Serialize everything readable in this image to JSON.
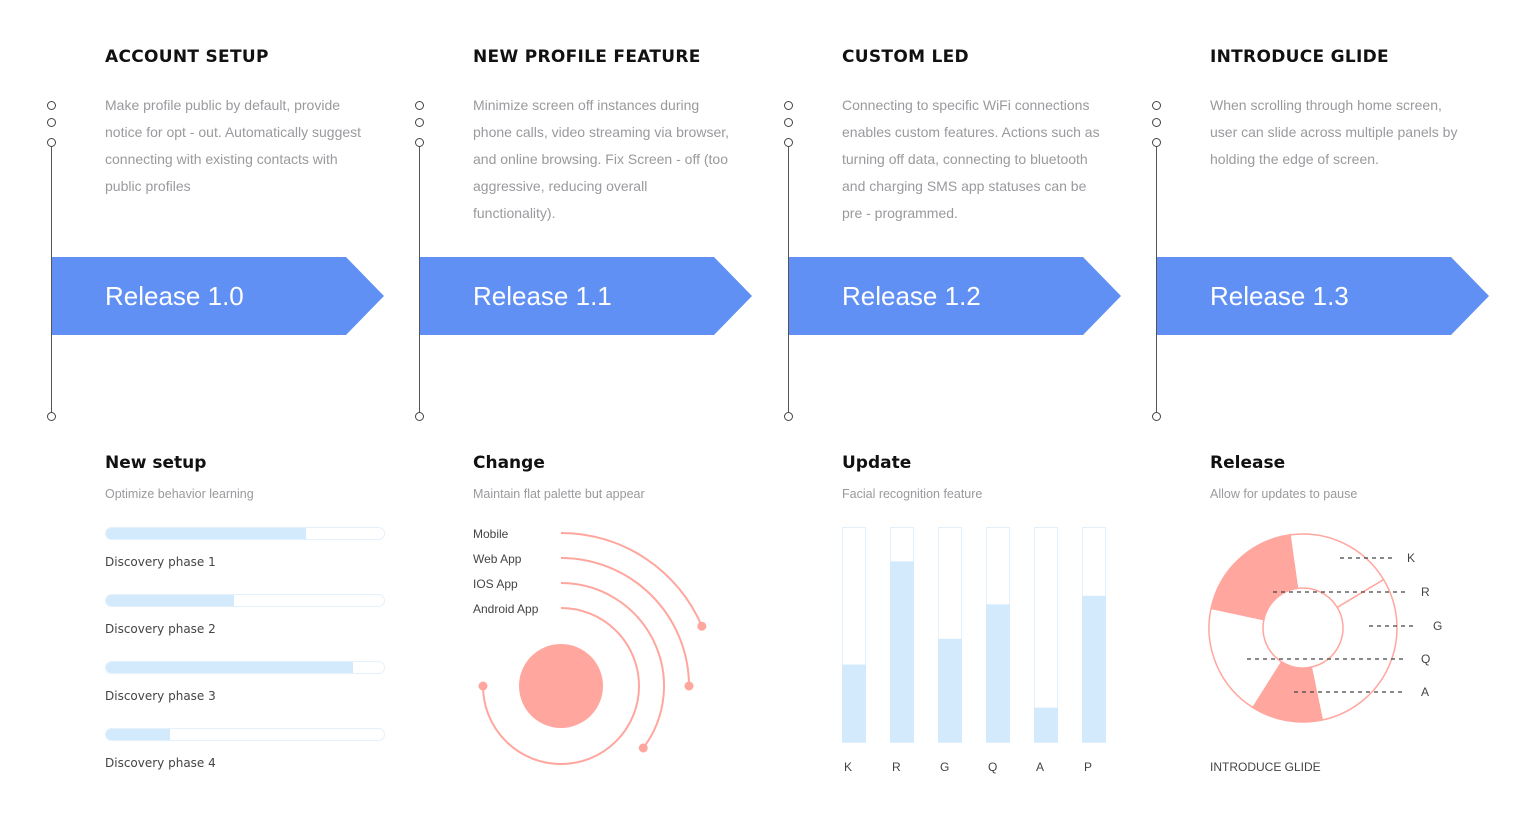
{
  "columns": [
    {
      "title": "ACCOUNT SETUP",
      "description": "Make profile public by default, provide notice for opt - out. Automatically suggest connecting with existing contacts with public profiles",
      "release": "Release 1.0"
    },
    {
      "title": "NEW PROFILE FEATURE",
      "description": "Minimize screen off instances during phone calls, video streaming via browser, and online browsing. Fix Screen - off (too aggressive, reducing overall functionality).",
      "release": "Release 1.1"
    },
    {
      "title": "CUSTOM LED",
      "description": "Connecting to specific WiFi connections enables custom features. Actions such as turning off data, connecting to bluetooth and charging SMS app statuses can be pre - programmed.",
      "release": "Release 1.2"
    },
    {
      "title": "INTRODUCE GLIDE",
      "description": "When scrolling through home screen, user can slide across multiple panels by holding the edge of screen.",
      "release": "Release 1.3"
    }
  ],
  "colors": {
    "arrow": "#6190f5",
    "light_blue": "#d2eafc",
    "salmon": "#ffa69e",
    "timeline": "#555555"
  },
  "new_setup": {
    "title": "New setup",
    "subtitle": "Optimize behavior learning",
    "phases": [
      {
        "label": "Discovery phase 1",
        "progress": 72
      },
      {
        "label": "Discovery phase 2",
        "progress": 46
      },
      {
        "label": "Discovery phase 3",
        "progress": 89
      },
      {
        "label": "Discovery phase 4",
        "progress": 23
      }
    ]
  },
  "change": {
    "title": "Change",
    "subtitle": "Maintain flat palette but appear",
    "items": [
      "Mobile",
      "Web App",
      "IOS App",
      "Android App"
    ]
  },
  "update": {
    "title": "Update",
    "subtitle": "Facial recognition feature"
  },
  "release": {
    "title": "Release",
    "subtitle": "Allow for updates to pause",
    "caption": "INTRODUCE GLIDE",
    "labels": [
      "K",
      "R",
      "G",
      "Q",
      "A"
    ]
  },
  "chart_data": [
    {
      "type": "bar",
      "categories": [
        "K",
        "R",
        "G",
        "Q",
        "A",
        "P"
      ],
      "values": [
        36,
        84,
        48,
        64,
        16,
        68
      ],
      "ylim": [
        0,
        100
      ]
    },
    {
      "type": "pie",
      "values": [
        18.6,
        30.3,
        12.2,
        19.4,
        19.4
      ],
      "highlighted": [
        false,
        false,
        true,
        false,
        true
      ]
    }
  ]
}
